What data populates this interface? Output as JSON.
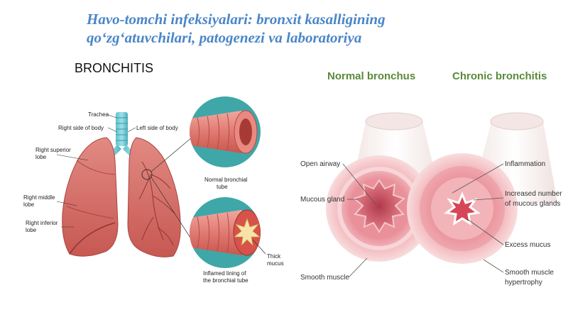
{
  "title": {
    "line1": "Havo-tomchi infeksiyalari: bronxit kasalligining",
    "line2": "qo‘zg‘atuvchilari, patogenezi va laboratoriya"
  },
  "left_diagram": {
    "heading": "BRONCHITIS",
    "labels": {
      "trachea": "Trachea",
      "right_side": "Right side of body",
      "left_side": "Left side of body",
      "right_superior_1": "Right superior",
      "right_superior_2": "lobe",
      "right_middle_1": "Right middle",
      "right_middle_2": "lobe",
      "right_inferior_1": "Right inferior",
      "right_inferior_2": "lobe",
      "normal_tube_1": "Normal bronchial",
      "normal_tube_2": "tube",
      "thick_mucus_1": "Thick",
      "thick_mucus_2": "mucus",
      "inflamed_1": "Inflamed lining of",
      "inflamed_2": "the bronchial tube"
    }
  },
  "right_diagram": {
    "normal_heading": "Normal bronchus",
    "chronic_heading": "Chronic bronchitis",
    "labels": {
      "open_airway": "Open airway",
      "mucous_gland": "Mucous gland",
      "smooth_muscle": "Smooth muscle",
      "inflammation": "Inflammation",
      "increased_1": "Increased number",
      "increased_2": "of mucous glands",
      "excess_mucus": "Excess mucus",
      "hypertrophy_1": "Smooth muscle",
      "hypertrophy_2": "hypertrophy"
    }
  },
  "colors": {
    "title": "#4a86c8",
    "heading_green": "#5a8a3a",
    "lung": "#d46f6a",
    "circle_bg": "#3fa7a8"
  }
}
